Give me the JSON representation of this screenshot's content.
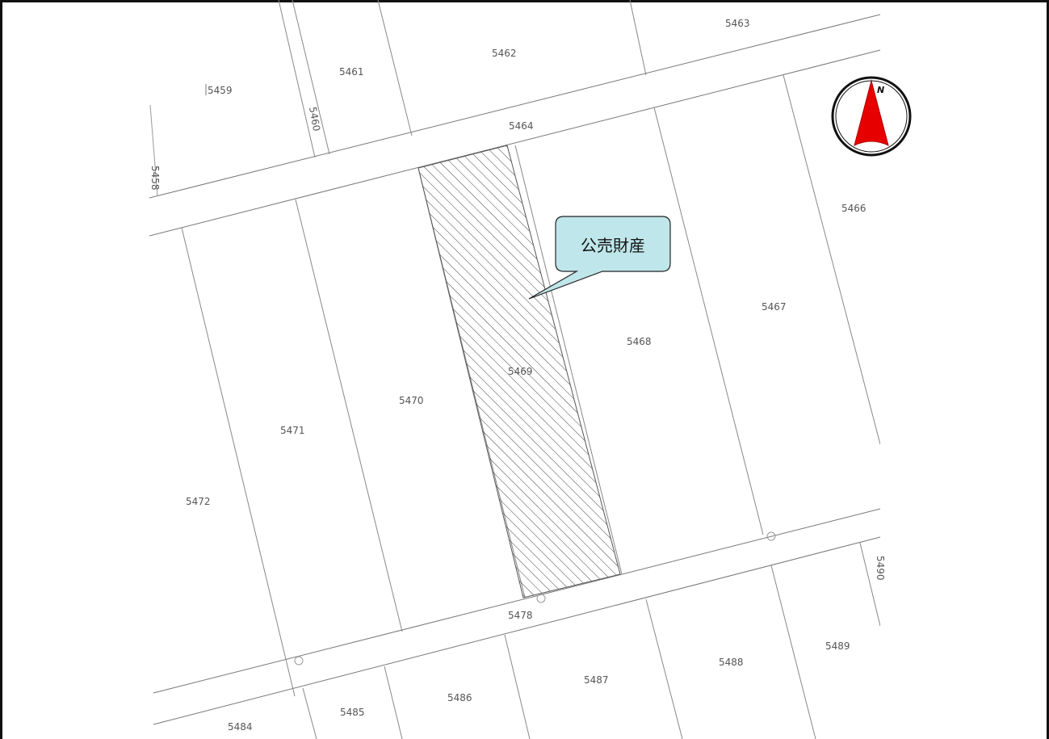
{
  "callout": {
    "text": "公売財産"
  },
  "compass": {
    "north_label": "N",
    "arrow_color": "#e60000",
    "ring_color": "#111111"
  },
  "parcels": {
    "p5458": "5458",
    "p5459": "5459",
    "p5460": "5460",
    "p5461": "5461",
    "p5462": "5462",
    "p5463": "5463",
    "p5464": "5464",
    "p5466": "5466",
    "p5467": "5467",
    "p5468": "5468",
    "p5469": "5469",
    "p5470": "5470",
    "p5471": "5471",
    "p5472": "5472",
    "p5478": "5478",
    "p5484": "5484",
    "p5485": "5485",
    "p5486": "5486",
    "p5487": "5487",
    "p5488": "5488",
    "p5489": "5489",
    "p5490": "5490"
  },
  "highlight_parcel": "5469",
  "callout_fill": "#bfe6ea"
}
